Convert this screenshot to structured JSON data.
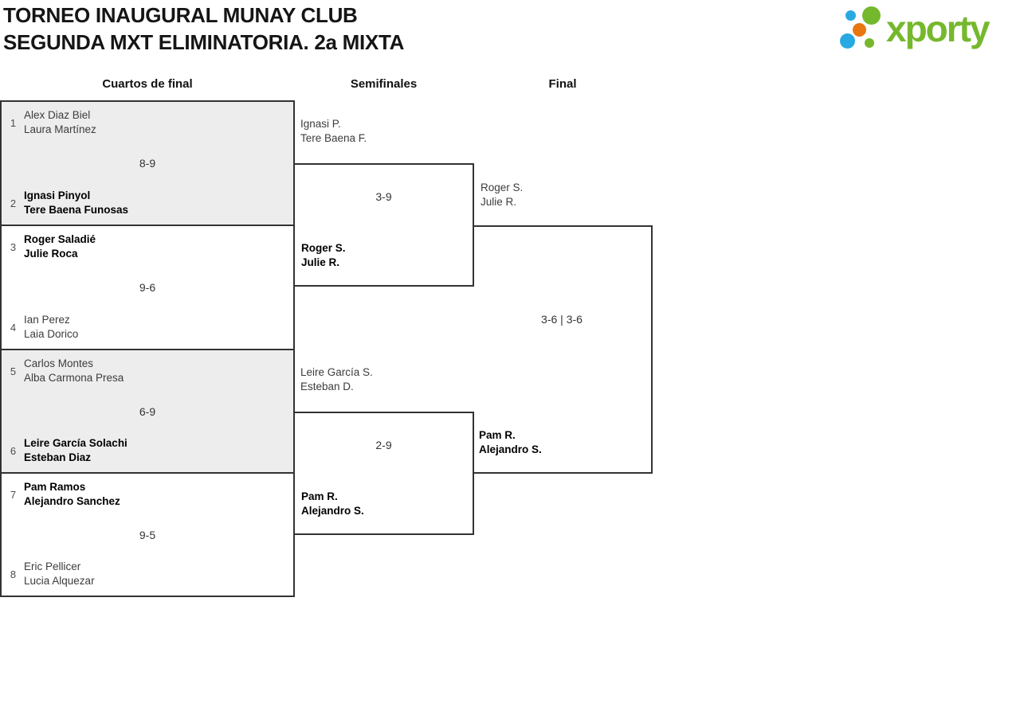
{
  "header": {
    "title_line1": "TORNEO INAUGURAL MUNAY CLUB",
    "title_line2": "SEGUNDA MXT ELIMINATORIA. 2a MIXTA",
    "logo_text": "xporty",
    "logo_colors": {
      "green": "#76b82d",
      "blue": "#29a9e1",
      "orange": "#e87710"
    }
  },
  "rounds": [
    "Cuartos de final",
    "Semifinales",
    "Final"
  ],
  "qf": [
    {
      "seed_top": "1",
      "top1": "Alex Diaz Biel",
      "top2": "Laura Martínez",
      "seed_bottom": "2",
      "bot1": "Ignasi Pinyol",
      "bot2": "Tere Baena Funosas",
      "score": "8-9",
      "winner": "bottom"
    },
    {
      "seed_top": "3",
      "top1": "Roger Saladié",
      "top2": "Julie Roca",
      "seed_bottom": "4",
      "bot1": "Ian Perez",
      "bot2": "Laia Dorico",
      "score": "9-6",
      "winner": "top"
    },
    {
      "seed_top": "5",
      "top1": "Carlos Montes",
      "top2": "Alba Carmona Presa",
      "seed_bottom": "6",
      "bot1": "Leire García Solachi",
      "bot2": "Esteban Diaz",
      "score": "6-9",
      "winner": "bottom"
    },
    {
      "seed_top": "7",
      "top1": "Pam Ramos",
      "top2": "Alejandro Sanchez",
      "seed_bottom": "8",
      "bot1": "Eric Pellicer",
      "bot2": "Lucia Alquezar",
      "score": "9-5",
      "winner": "top"
    }
  ],
  "sf": [
    {
      "top1": "Ignasi P.",
      "top2": "Tere Baena F.",
      "bot1": "Roger S.",
      "bot2": "Julie R.",
      "score": "3-9",
      "winner": "bottom"
    },
    {
      "top1": "Leire García S.",
      "top2": "Esteban D.",
      "bot1": "Pam R.",
      "bot2": "Alejandro S.",
      "score": "2-9",
      "winner": "bottom"
    }
  ],
  "final": {
    "top1": "Roger S.",
    "top2": "Julie R.",
    "bot1": "Pam R.",
    "bot2": "Alejandro S.",
    "score": "3-6 | 3-6",
    "winner": "bottom"
  }
}
